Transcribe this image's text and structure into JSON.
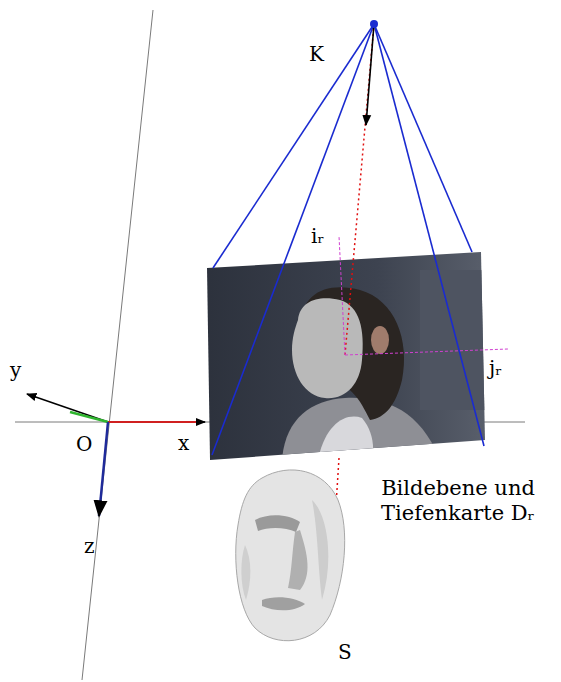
{
  "diagram": {
    "labels": [
      "K",
      "iᵣ",
      "jᵣ",
      "y",
      "O",
      "x",
      "Bildebene und Tiefenkarte Dᵣ",
      "z",
      "S"
    ]
  }
}
